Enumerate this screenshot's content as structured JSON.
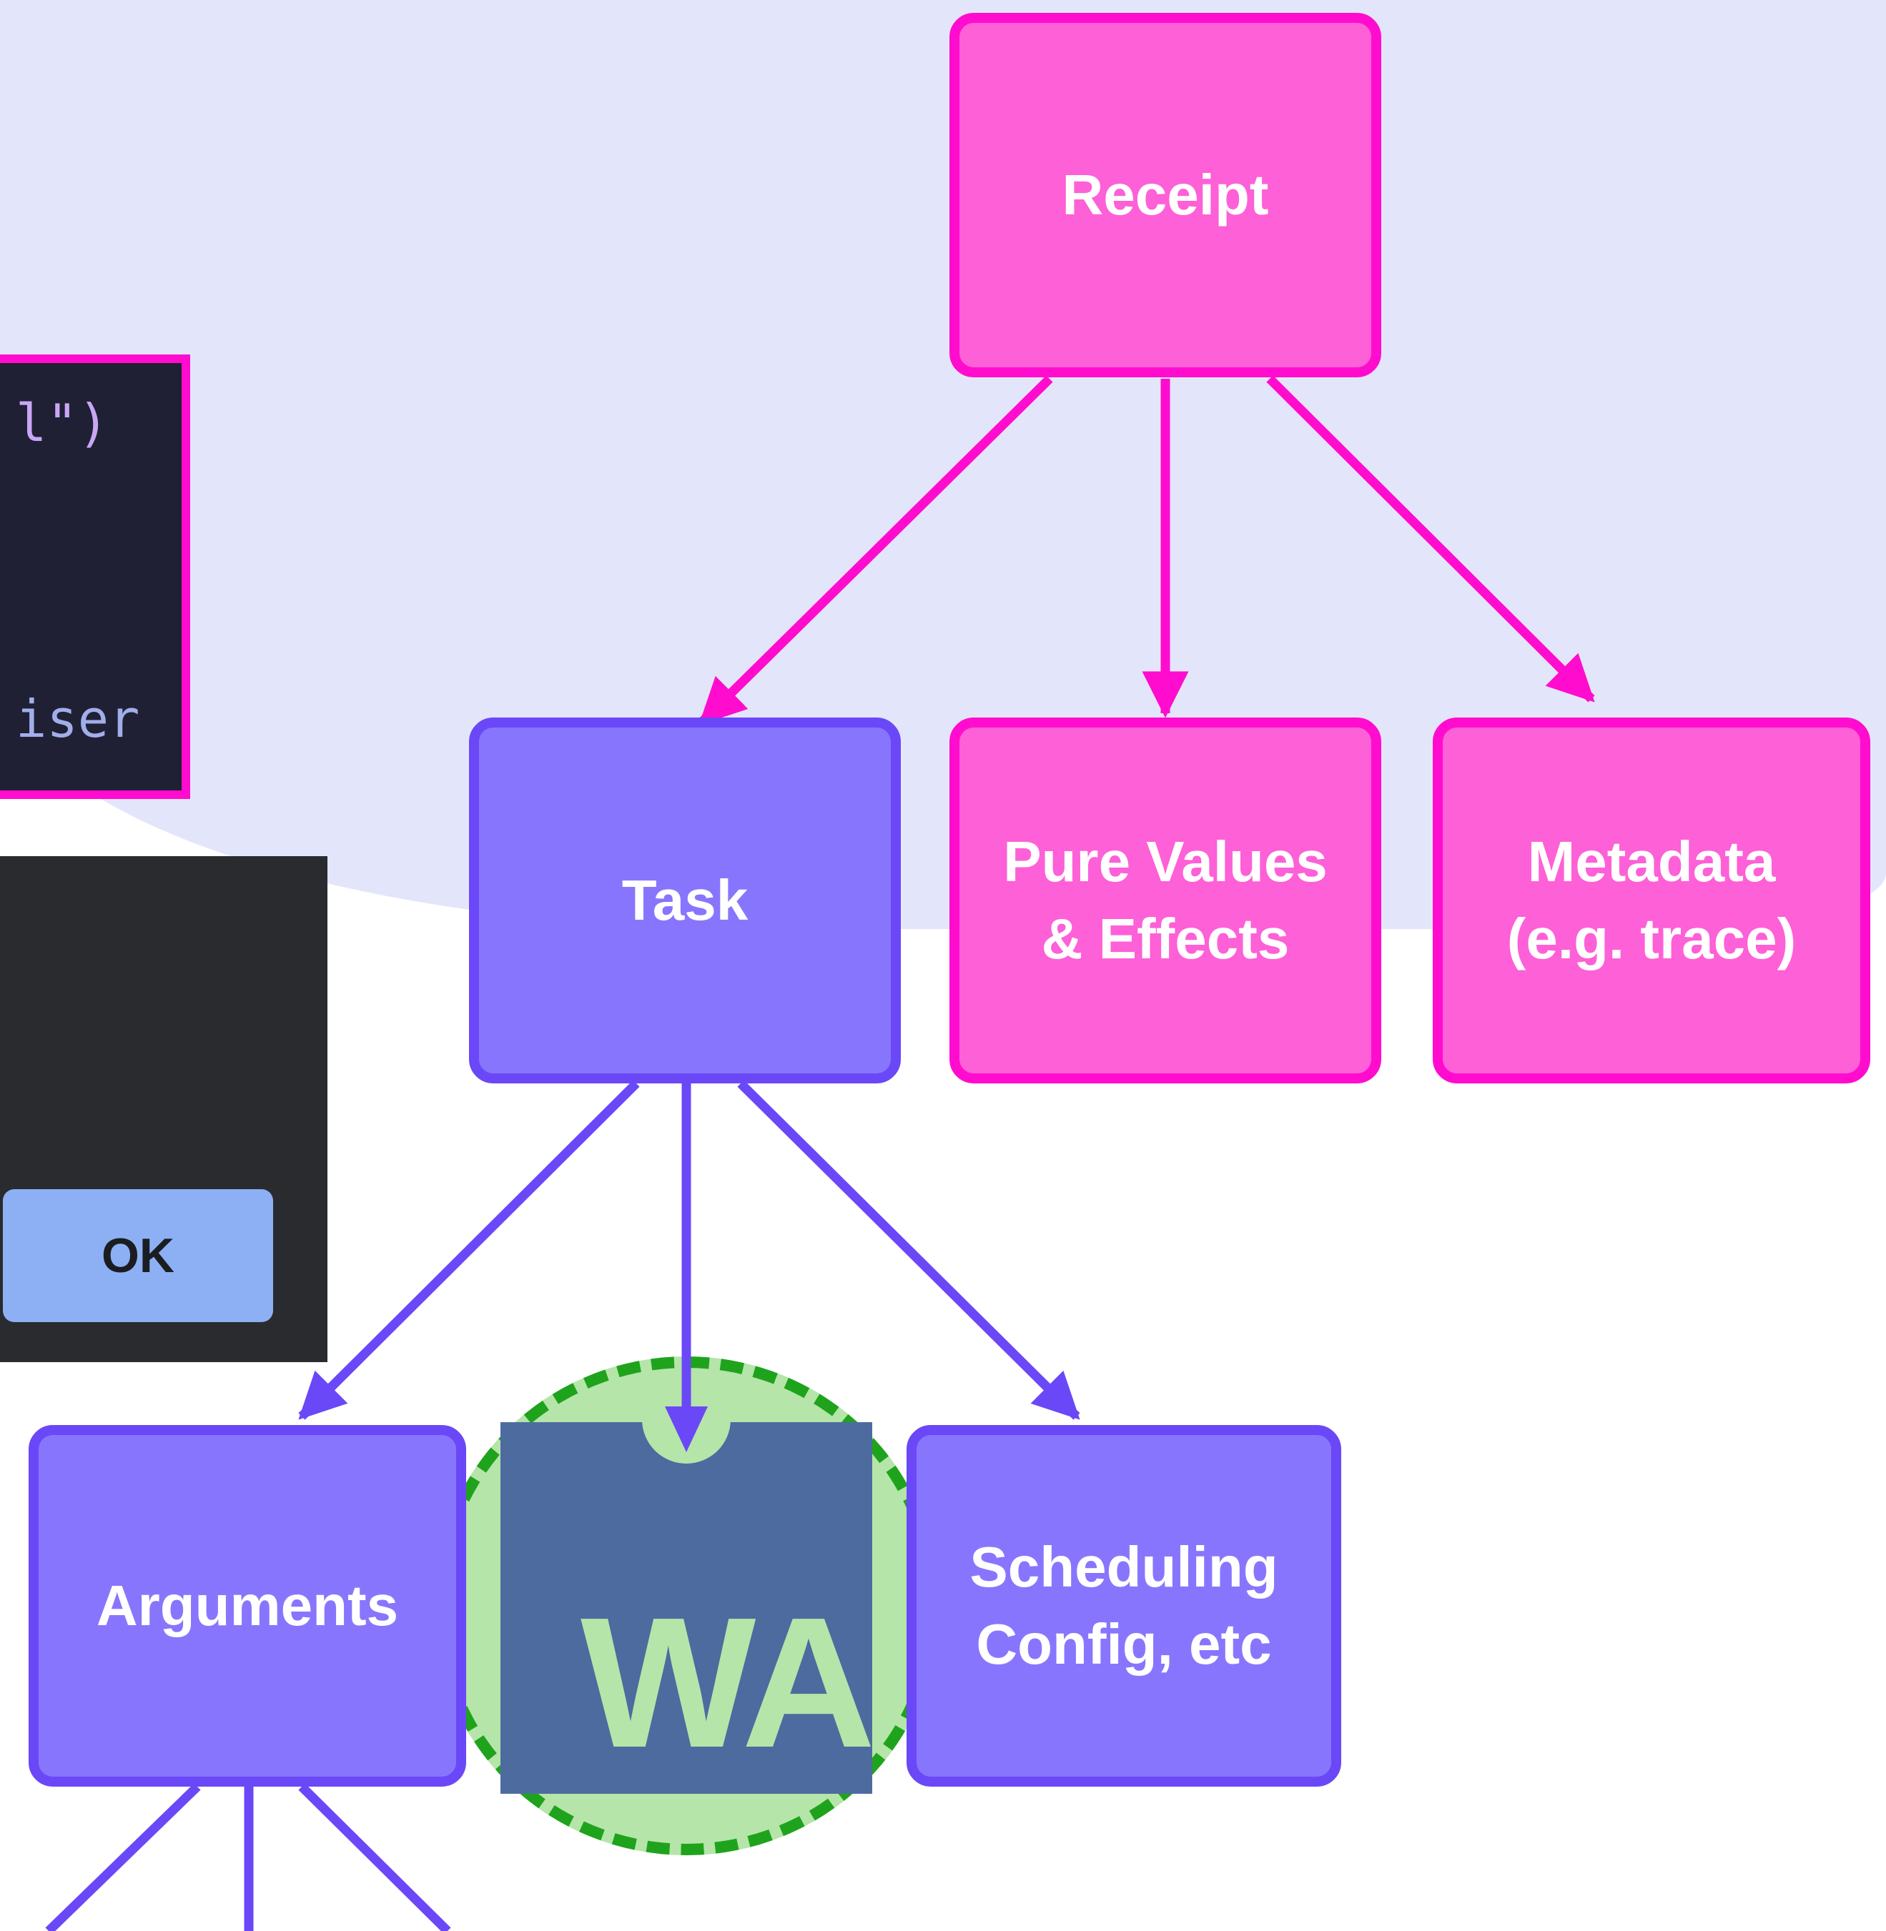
{
  "diagram": {
    "nodes": {
      "receipt": "Receipt",
      "task": "Task",
      "pure_values": "Pure Values\n& Effects",
      "metadata": "Metadata\n(e.g. trace)",
      "arguments": "Arguments",
      "scheduling": "Scheduling\nConfig, etc"
    },
    "wa_badge": "WA",
    "colors": {
      "pink_fill": "#fd60d7",
      "pink_stroke": "#ff0ccf",
      "purple_fill": "#8776fd",
      "purple_stroke": "#6a48f7",
      "wa_green": "#b5e5a9",
      "wa_dash": "#1fa31c",
      "wa_square": "#4d6b9f"
    }
  },
  "code_panel": {
    "line_1": "l\")",
    "line_2": "iser"
  },
  "dialog": {
    "ok_label": "OK"
  }
}
